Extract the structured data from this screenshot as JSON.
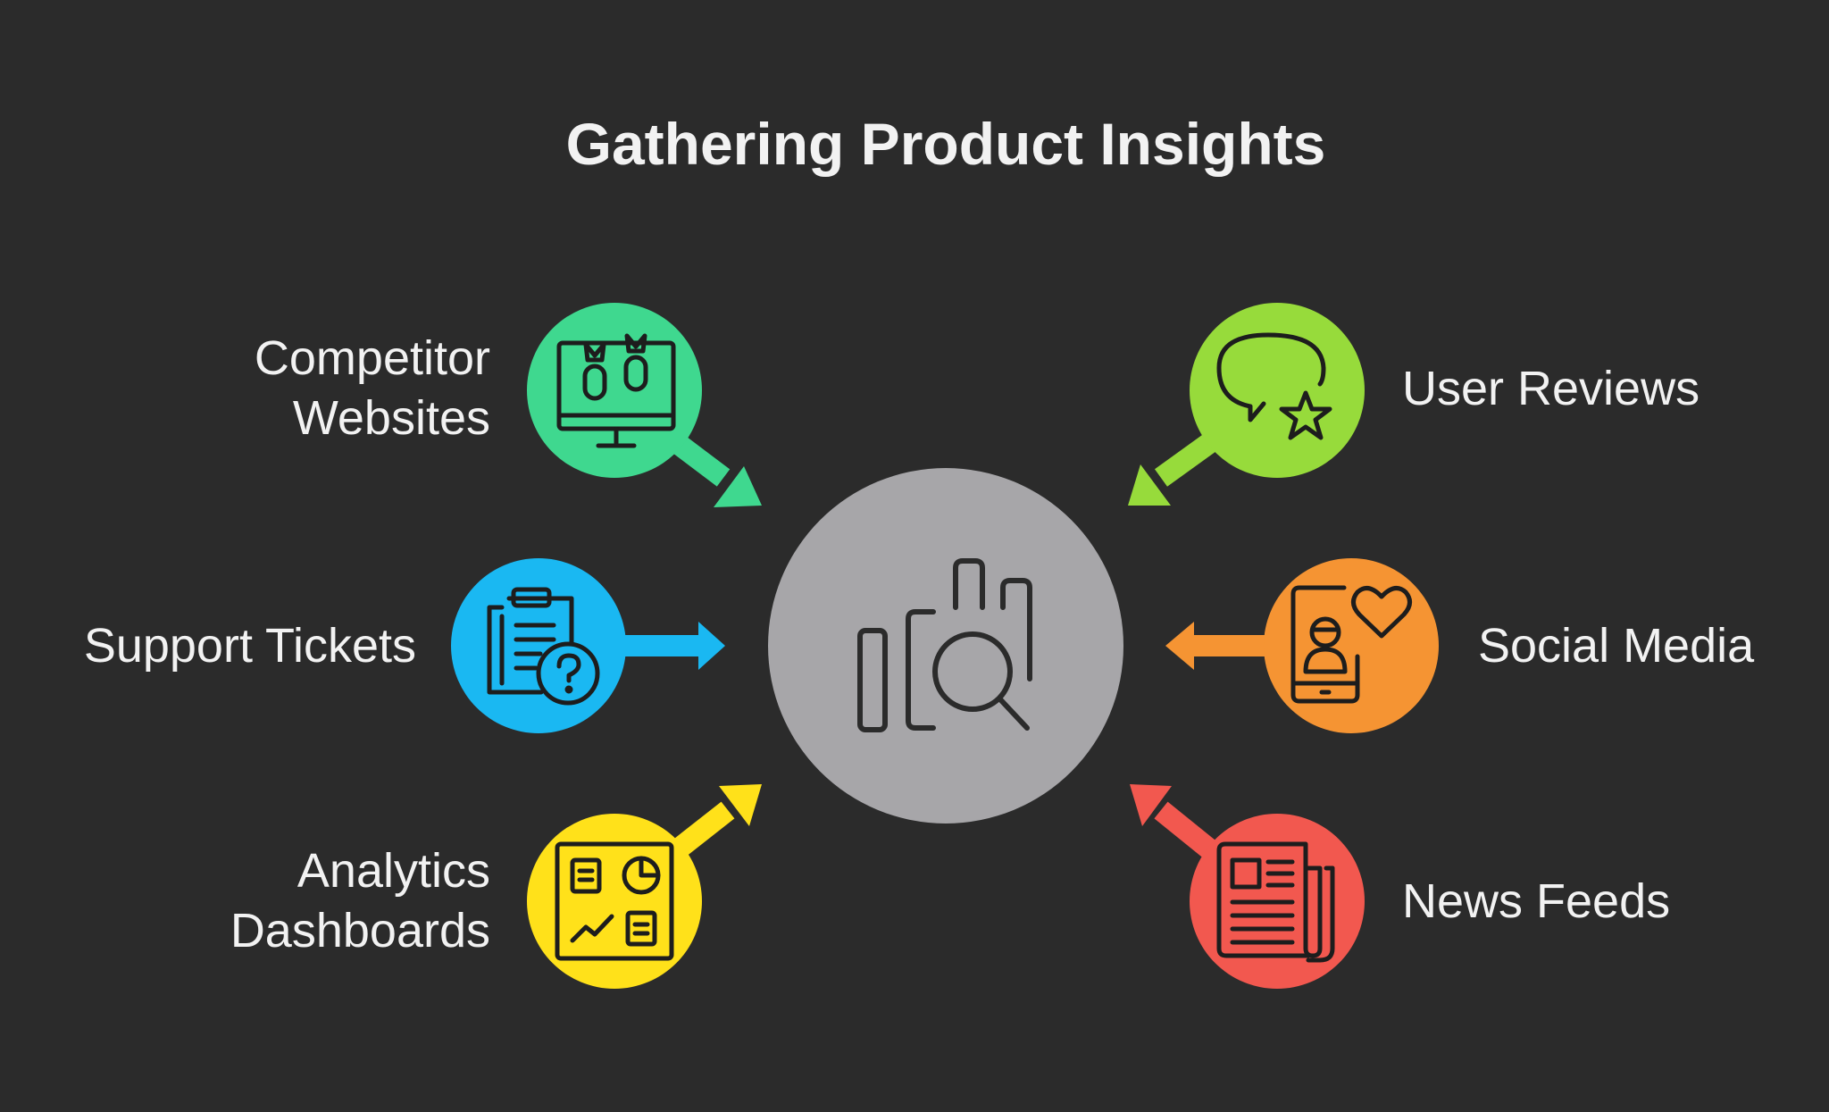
{
  "title": "Gathering Product Insights",
  "center": {
    "icon": "magnifying-glass-over-bar-chart-icon",
    "color": "#a7a6a9"
  },
  "background": "#2b2b2b",
  "sources": [
    {
      "id": "competitor-websites",
      "lines": [
        "Competitor",
        "Websites"
      ],
      "color": "#3fd88f",
      "icon": "monitor-with-bombs-icon",
      "arrow": "toward-center"
    },
    {
      "id": "support-tickets",
      "lines": [
        "Support Tickets"
      ],
      "color": "#1ab8f2",
      "icon": "clipboard-question-icon",
      "arrow": "toward-center"
    },
    {
      "id": "analytics-dashboards",
      "lines": [
        "Analytics",
        "Dashboards"
      ],
      "color": "#ffe11a",
      "icon": "dashboard-widgets-icon",
      "arrow": "toward-center"
    },
    {
      "id": "user-reviews",
      "lines": [
        "User Reviews"
      ],
      "color": "#97db3b",
      "icon": "speech-bubble-star-icon",
      "arrow": "toward-center"
    },
    {
      "id": "social-media",
      "lines": [
        "Social Media"
      ],
      "color": "#f59433",
      "icon": "phone-profile-heart-icon",
      "arrow": "toward-center"
    },
    {
      "id": "news-feeds",
      "lines": [
        "News Feeds"
      ],
      "color": "#f2584f",
      "icon": "newspaper-icon",
      "arrow": "toward-center"
    }
  ]
}
